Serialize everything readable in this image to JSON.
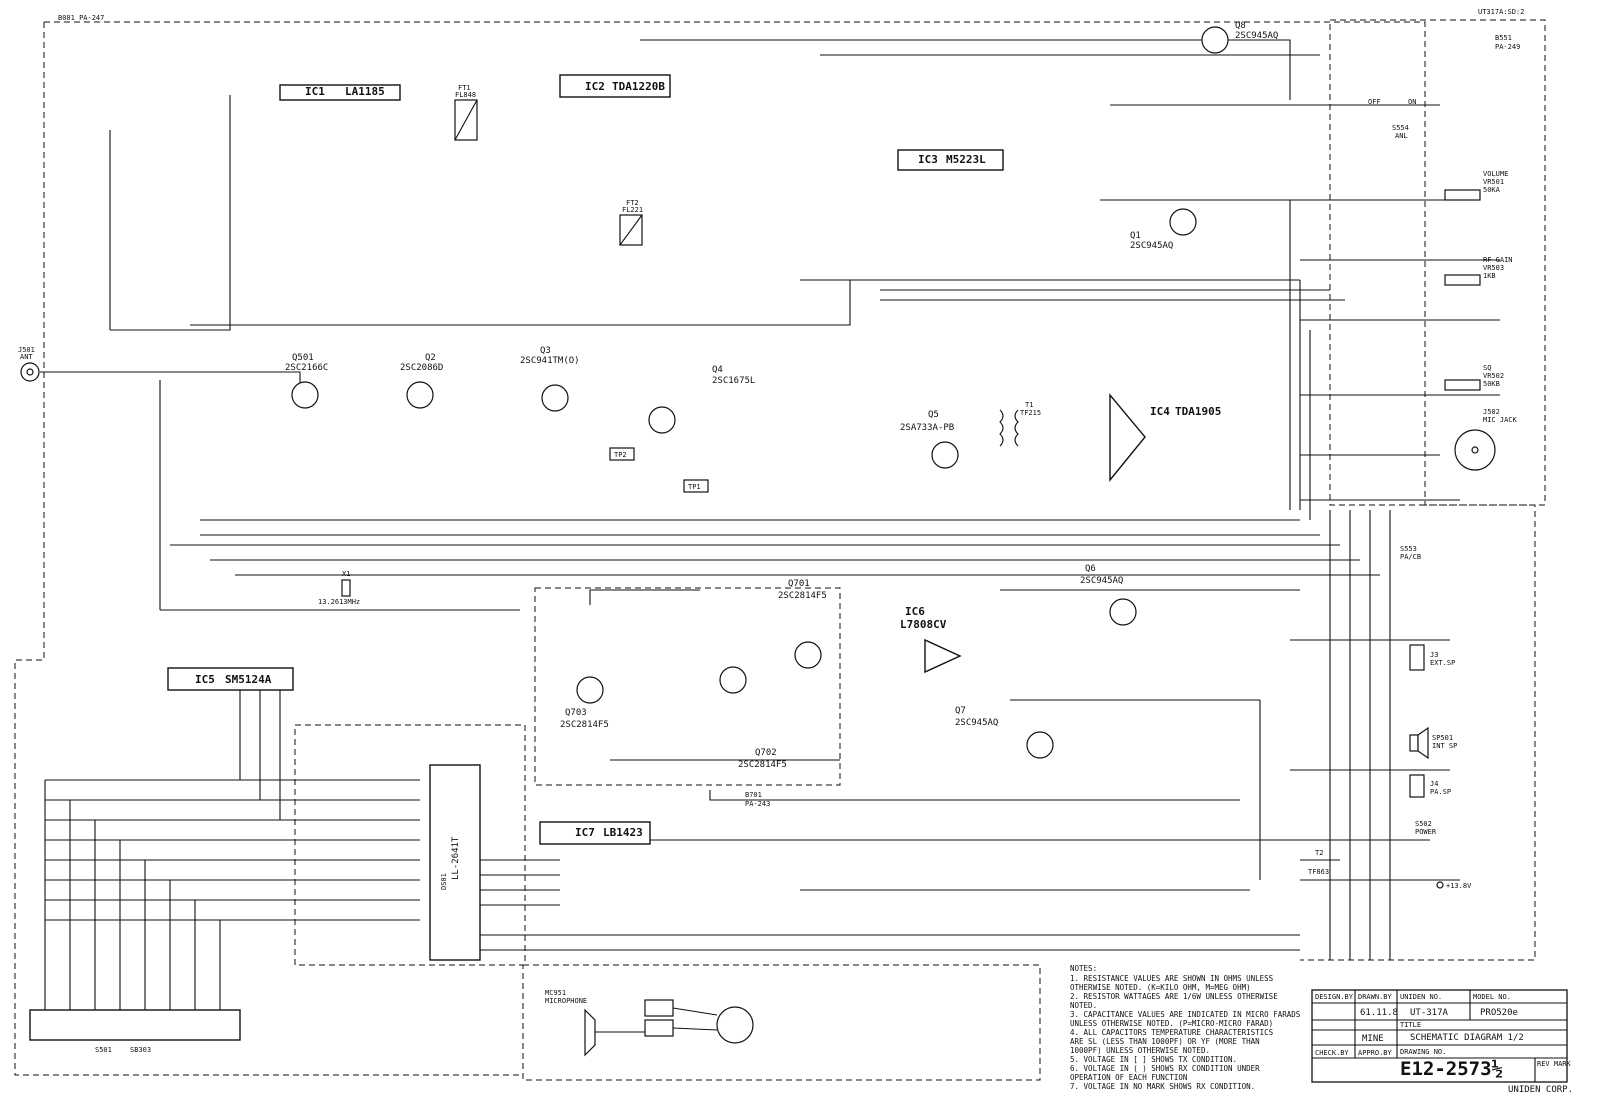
{
  "header": {
    "left_ref": "B001  PA-247",
    "right_ref": "UT317A:SD:2",
    "board_b551": "B551",
    "board_b551_pa": "PA-249",
    "board_b701": "B701",
    "board_b701_pa": "PA-243",
    "board_s501": "S501",
    "board_s501_pa": "SB303"
  },
  "ics": [
    {
      "id": "IC1",
      "part": "LA1185"
    },
    {
      "id": "IC2",
      "part": "TDA1220B"
    },
    {
      "id": "IC3",
      "part": "M5223L"
    },
    {
      "id": "IC4",
      "part": "TDA1905"
    },
    {
      "id": "IC5",
      "part": "SM5124A"
    },
    {
      "id": "IC6",
      "part": "L7808CV"
    },
    {
      "id": "IC7",
      "part": "LB1423"
    }
  ],
  "transistors": [
    {
      "id": "Q501",
      "part": "2SC2166C"
    },
    {
      "id": "Q2",
      "part": "2SC2086D"
    },
    {
      "id": "Q3",
      "part": "2SC941TM(O)"
    },
    {
      "id": "Q4",
      "part": "2SC1675L"
    },
    {
      "id": "Q5",
      "part": "2SA733A-PB"
    },
    {
      "id": "Q6",
      "part": "2SC945AQ"
    },
    {
      "id": "Q7",
      "part": "2SC945AQ"
    },
    {
      "id": "Q8",
      "part": "2SC945AQ"
    },
    {
      "id": "Q1",
      "part": "2SC945AQ"
    },
    {
      "id": "Q701",
      "part": "2SC2814F5"
    },
    {
      "id": "Q702",
      "part": "2SC2814F5"
    },
    {
      "id": "Q703",
      "part": "2SC2814F5"
    }
  ],
  "controls": {
    "volume": "VOLUME",
    "volume_ref": "VR501",
    "volume_val": "50KA",
    "rf_gain": "RF GAIN",
    "rf_gain_ref": "VR503",
    "rf_gain_val": "1KB",
    "sq": "SQ",
    "sq_ref": "VR502",
    "sq_val": "50KB",
    "mic_jack": "MIC JACK",
    "mic_jack_ref": "J502",
    "ant": "ANT",
    "ant_ref": "J501",
    "ext_sp": "EXT.SP",
    "ext_sp_ref": "J3",
    "int_sp": "INT SP",
    "int_sp_ref": "SP501",
    "pa_sp": "PA.SP",
    "pa_sp_ref": "J4",
    "power": "POWER",
    "power_ref": "S502",
    "anl": "ANL",
    "anl_ref": "S554",
    "off": "OFF",
    "on": "ON",
    "pa_cb_ref": "S553",
    "pa_cb": "PA/CB",
    "supply": "+13.8V",
    "xtal": "13.2613MHz",
    "xtal_ref": "X1",
    "microphone": "MICROPHONE",
    "mic_ref": "MC951",
    "display": "LL-2641T",
    "display_ref": "DS01",
    "fuse": "FT1",
    "fuse_part": "FL848",
    "ft2": "FT2",
    "ft2_part": "FL221",
    "t1": "T1",
    "t1_part": "TF215",
    "t2": "T2",
    "t2_part": "TF863",
    "tp1": "TP1",
    "tp2": "TP2"
  },
  "notes": {
    "title": "NOTES:",
    "items": [
      "1. RESISTANCE VALUES ARE SHOWN IN OHMS UNLESS",
      "   OTHERWISE NOTED. (K=KILO OHM, M=MEG OHM)",
      "2. RESISTOR WATTAGES ARE 1/6W UNLESS OTHERWISE",
      "   NOTED.",
      "3. CAPACITANCE VALUES ARE INDICATED IN MICRO FARADS",
      "   UNLESS OTHERWISE NOTED. (P=MICRO-MICRO FARAD)",
      "4. ALL CAPACITORS TEMPERATURE CHARACTERISTICS",
      "   ARE SL (LESS THAN 1000PF) OR YF (MORE THAN",
      "   1000PF) UNLESS OTHERWISE NOTED.",
      "5. VOLTAGE IN [ ] SHOWS TX CONDITION.",
      "6. VOLTAGE IN ( ) SHOWS RX CONDITION UNDER",
      "   OPERATION OF EACH FUNCTION",
      "7. VOLTAGE IN NO MARK SHOWS RX CONDITION."
    ]
  },
  "title_block": {
    "design_by_label": "DESIGN.BY",
    "drawn_by_label": "DRAWN.BY",
    "uniden_no_label": "UNIDEN NO.",
    "model_no_label": "MODEL NO.",
    "uniden_no": "UT-317A",
    "model_no": "PRO520e",
    "date": "61.11.8",
    "drawn_by": "MINE",
    "title_label": "TITLE",
    "title": "SCHEMATIC DIAGRAM 1/2",
    "check_by_label": "CHECK.BY",
    "appro_by_label": "APPRO.BY",
    "drawing_no_label": "DRAWING NO.",
    "drawing_no": "E12-2573½",
    "rev_label": "REV MARK",
    "company": "UNIDEN CORP."
  }
}
